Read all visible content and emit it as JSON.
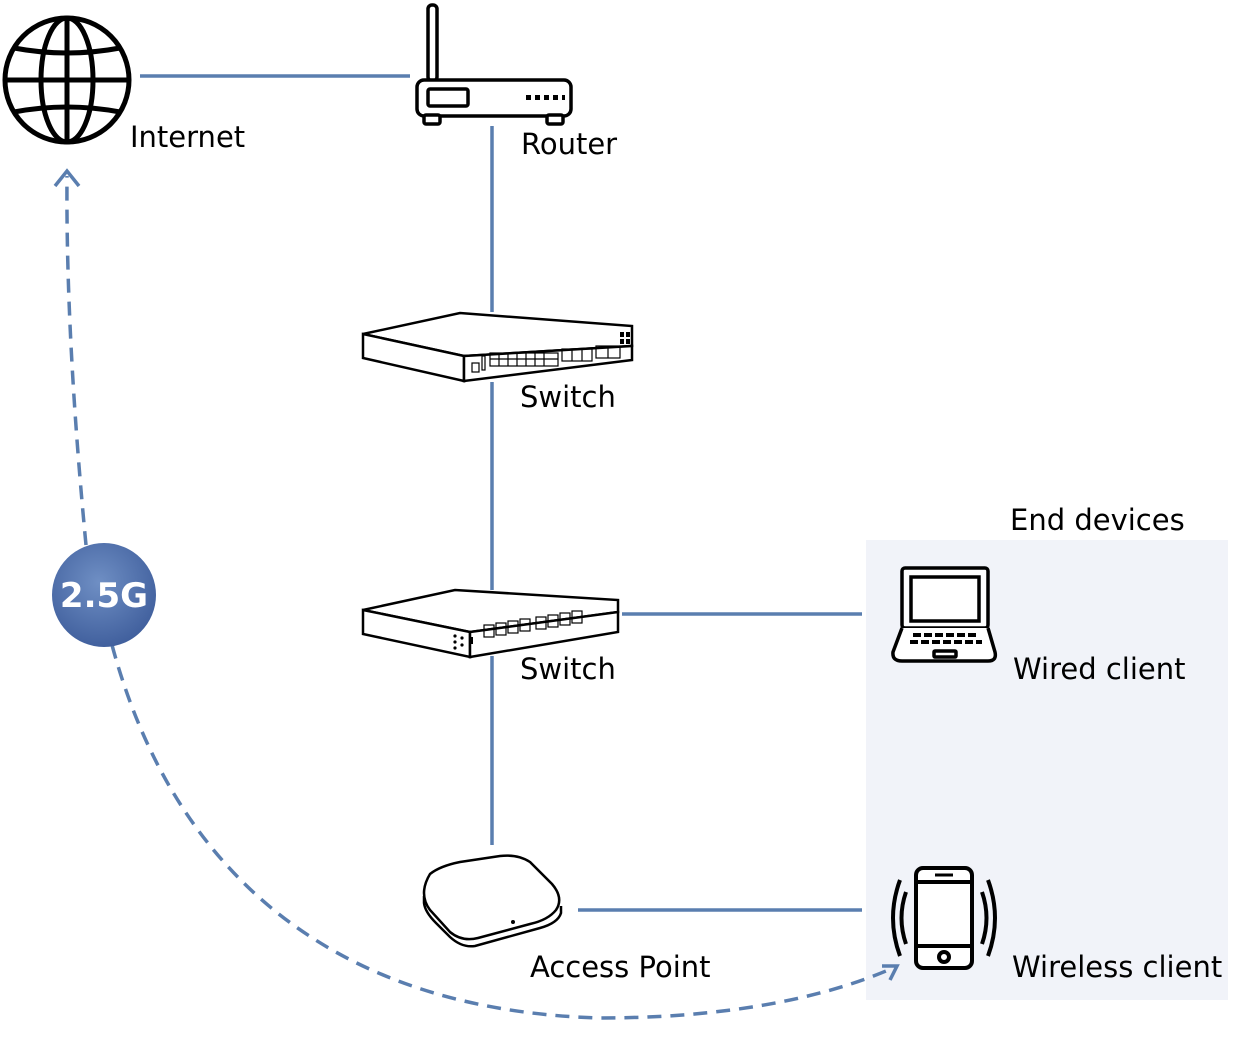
{
  "labels": {
    "internet": "Internet",
    "router": "Router",
    "switch_top": "Switch",
    "switch_bottom": "Switch",
    "access_point": "Access Point",
    "end_devices": "End devices",
    "wired_client": "Wired client",
    "wireless_client": "Wireless client"
  },
  "badge": {
    "speed": "2.5G"
  },
  "colors": {
    "link": "#5a7eaf",
    "badge": "#4d6eab",
    "panel": "#f1f3f9",
    "icon": "#000000"
  },
  "icons": [
    "globe-icon",
    "router-icon",
    "switch-icon",
    "access-point-icon",
    "laptop-icon",
    "smartphone-icon"
  ]
}
